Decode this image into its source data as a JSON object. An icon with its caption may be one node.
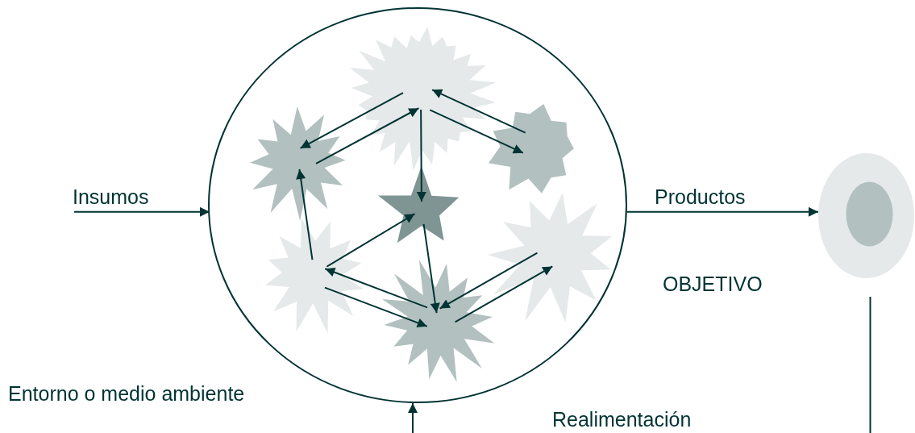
{
  "diagram": {
    "nodes": [
      {
        "text": [],
        "shape": "ellipse"
      },
      {
        "text": [],
        "shape": "star",
        "in": 0
      },
      {
        "text": [],
        "shape": "star",
        "in": 0
      },
      {
        "text": [],
        "shape": "star",
        "in": 0
      },
      {
        "text": [],
        "shape": "star",
        "in": 0
      },
      {
        "text": [],
        "shape": "star",
        "in": 0
      },
      {
        "text": [],
        "shape": "star",
        "in": 0
      },
      {
        "text": [],
        "shape": "star",
        "in": 0
      },
      {
        "text": [],
        "shape": "circle"
      }
    ],
    "edges": [
      {
        "from": null,
        "to": 0,
        "arrow": "to",
        "label": "Insumos"
      },
      {
        "from": 0,
        "to": 8,
        "arrow": "to",
        "label": "Productos"
      },
      {
        "from": 8,
        "to": null,
        "arrow": "none"
      },
      {
        "from": null,
        "to": 0,
        "arrow": "to"
      },
      {
        "from": 1,
        "to": 2,
        "arrow": "to"
      },
      {
        "from": 2,
        "to": 1,
        "arrow": "to"
      },
      {
        "from": 3,
        "to": 1,
        "arrow": "to"
      },
      {
        "from": 1,
        "to": 3,
        "arrow": "to"
      },
      {
        "from": 1,
        "to": 4,
        "arrow": "to"
      },
      {
        "from": 5,
        "to": 2,
        "arrow": "to"
      },
      {
        "from": 5,
        "to": 4,
        "arrow": "to"
      },
      {
        "from": 4,
        "to": 7,
        "arrow": "to"
      },
      {
        "from": 5,
        "to": 7,
        "arrow": "to"
      },
      {
        "from": 7,
        "to": 5,
        "arrow": "to"
      },
      {
        "from": 7,
        "to": 6,
        "arrow": "to"
      },
      {
        "from": 6,
        "to": 7,
        "arrow": "to"
      }
    ],
    "labels": [
      "OBJETIVO",
      "Entorno o medio ambiente",
      "Realimentación"
    ]
  }
}
